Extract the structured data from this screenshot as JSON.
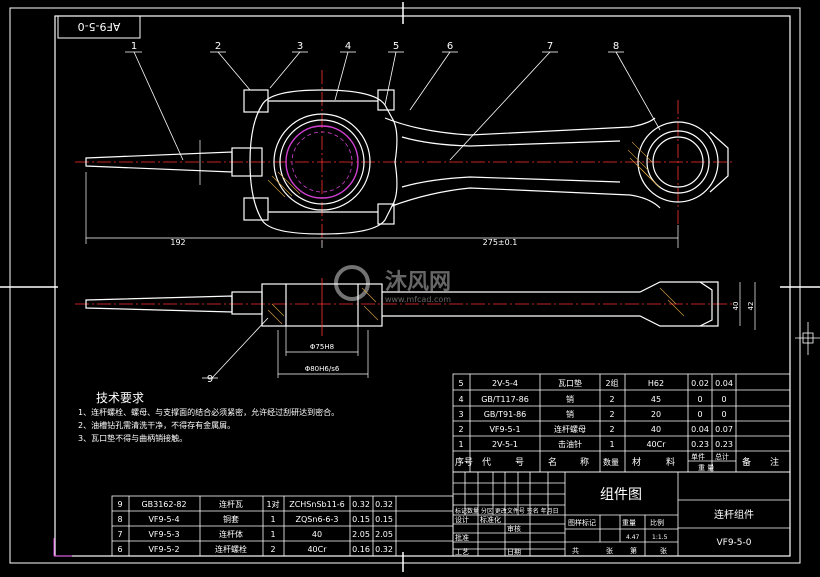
{
  "drawing_code_box": "AF9-5-0",
  "balloons": [
    "1",
    "2",
    "3",
    "4",
    "5",
    "6",
    "7",
    "8",
    "9"
  ],
  "dimensions": {
    "length_left": "192",
    "length_main": "275±0.1",
    "small_end_height": "42",
    "hub_width": "40",
    "bore_fit_a": "Φ75H8",
    "bore_fit_b": "Φ80H6/s6"
  },
  "watermark": {
    "brand": "沐风网",
    "url": "www.mfcad.com"
  },
  "tech_requirements": {
    "title": "技术要求",
    "items": [
      "1、连杆螺栓、螺母、与支撑面的结合必须紧密，允许经过刮研达到密合。",
      "2、油槽钻孔需清洗干净，不得存有金属屑。",
      "3、瓦口垫不得与曲柄销接触。"
    ]
  },
  "parts_upper": {
    "rows": [
      [
        "5",
        "2V-5-4",
        "瓦口垫",
        "2组",
        "H62",
        "0.02",
        "0.04",
        ""
      ],
      [
        "4",
        "GB/T117-86",
        "销",
        "2",
        "45",
        "0",
        "0",
        ""
      ],
      [
        "3",
        "GB/T91-86",
        "销",
        "2",
        "20",
        "0",
        "0",
        ""
      ],
      [
        "2",
        "VF9-5-1",
        "连杆螺母",
        "2",
        "40",
        "0.04",
        "0.07",
        ""
      ],
      [
        "1",
        "2V-5-1",
        "击油针",
        "1",
        "40Cr",
        "0.23",
        "0.23",
        ""
      ]
    ],
    "header": {
      "seq": "序号",
      "code": "代",
      "code2": "号",
      "name": "名",
      "name2": "称",
      "qty": "数量",
      "mat": "材",
      "mat2": "料",
      "unit_w": "单件",
      "total_w": "总计",
      "weight": "重 量",
      "remark": "备",
      "remark2": "注"
    }
  },
  "parts_lower": {
    "rows": [
      [
        "9",
        "GB3162-82",
        "连杆瓦",
        "1对",
        "ZCHSnSb11-6",
        "0.32",
        "0.32"
      ],
      [
        "8",
        "VF9-5-4",
        "铜套",
        "1",
        "ZQSn6-6-3",
        "0.15",
        "0.15"
      ],
      [
        "7",
        "VF9-5-3",
        "连杆体",
        "1",
        "40",
        "2.05",
        "2.05"
      ],
      [
        "6",
        "VF9-5-2",
        "连杆螺栓",
        "2",
        "40Cr",
        "0.16",
        "0.32"
      ]
    ]
  },
  "title_block": {
    "drawing_type": "组件图",
    "part_name": "连杆组件",
    "drawing_no": "VF9-5-0",
    "rev_row": "标记数量 分区 更改文件号 签名 年月日",
    "design": "设计",
    "standard": "标准化",
    "check": "审核",
    "process": "工艺",
    "approve": "批准",
    "date": "日期",
    "stage_mark": "图样标记",
    "weight": "重量",
    "scale": "比例",
    "weight_val": "4.47",
    "scale_val": "1:1.5",
    "sheets_total": "共",
    "sheets_unit": "张",
    "sheet_no": "第",
    "sheet_unit": "张"
  }
}
